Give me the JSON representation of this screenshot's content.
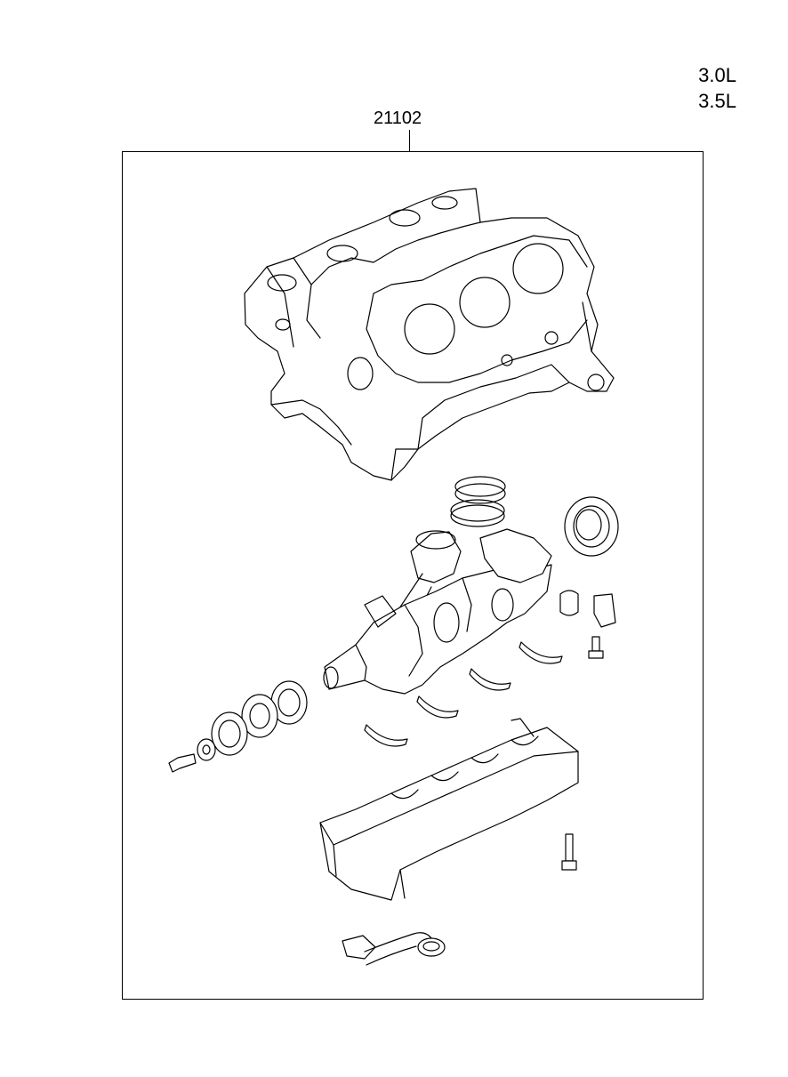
{
  "variants": [
    "3.0L",
    "3.5L"
  ],
  "part_number": "21102",
  "diagram_parts": [
    "engine-block",
    "piston-rings",
    "crankshaft-rear-seal",
    "piston-connecting-rod",
    "crankshaft",
    "crankshaft-sprocket",
    "main-bearings",
    "thrust-washer",
    "bearing-cap-bolt",
    "crankshaft-bolt",
    "washer",
    "ladder-frame-bearing-cap",
    "oil-pickup-tube"
  ]
}
